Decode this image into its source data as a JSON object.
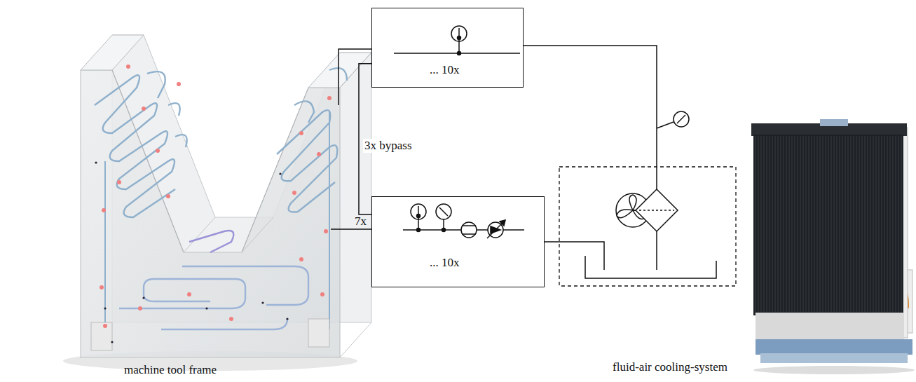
{
  "diagram": {
    "nodes": [
      {
        "text": [
          "... 10x"
        ]
      },
      {
        "text": [
          "... 10x"
        ]
      }
    ],
    "edges": [
      {
        "from": 0,
        "to": 1,
        "arrow": "none",
        "label": "3x bypass"
      }
    ],
    "labels": [
      "7x",
      "machine tool frame",
      "fluid-air cooling-system"
    ]
  }
}
